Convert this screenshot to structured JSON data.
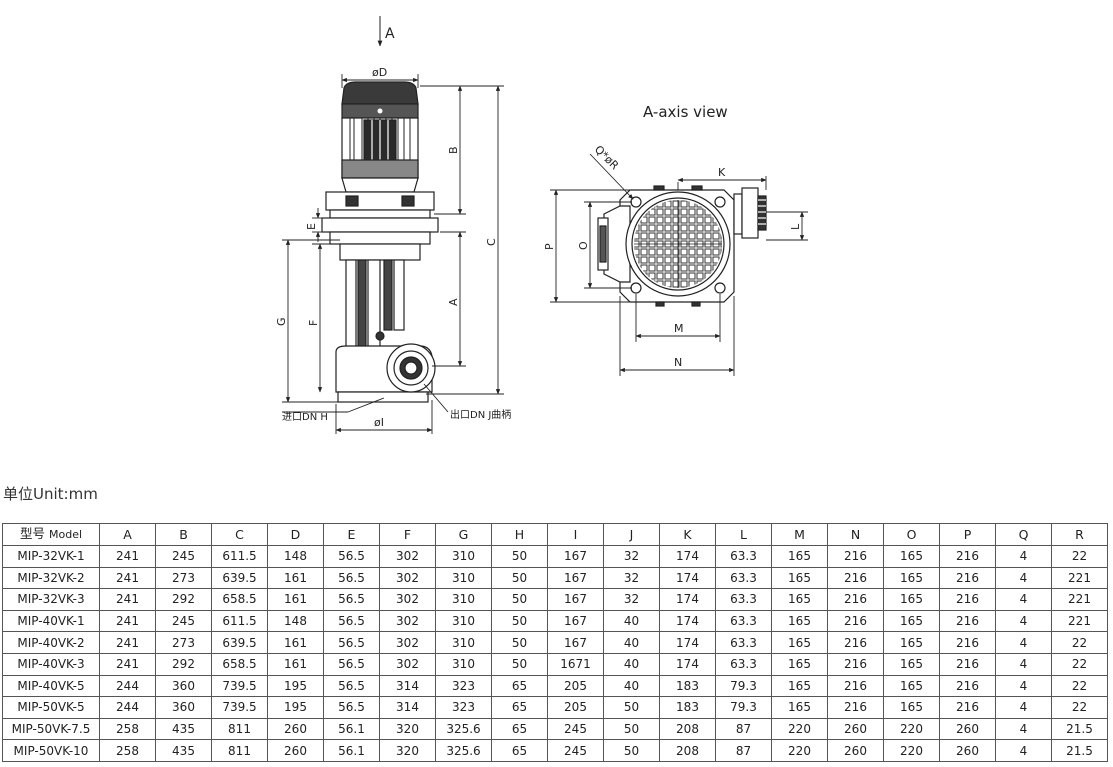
{
  "drawing": {
    "arrow_label": "A",
    "view_title": "A-axis view",
    "labels": {
      "D": "øD",
      "B": "B",
      "C": "C",
      "E": "E",
      "A": "A",
      "G": "G",
      "F": "F",
      "I": "øI",
      "H": "进口DN H",
      "J": "出口DN J曲柄",
      "QR": "Q*øR",
      "K": "K",
      "L": "L",
      "P": "P",
      "O": "O",
      "M": "M",
      "N": "N"
    }
  },
  "unit_label": "单位Unit:mm",
  "table": {
    "model_header_cn": "型号",
    "model_header_en": "Model",
    "columns": [
      "A",
      "B",
      "C",
      "D",
      "E",
      "F",
      "G",
      "H",
      "I",
      "J",
      "K",
      "L",
      "M",
      "N",
      "O",
      "P",
      "Q",
      "R"
    ],
    "rows": [
      [
        "MIP-32VK-1",
        "241",
        "245",
        "611.5",
        "148",
        "56.5",
        "302",
        "310",
        "50",
        "167",
        "32",
        "174",
        "63.3",
        "165",
        "216",
        "165",
        "216",
        "4",
        "22"
      ],
      [
        "MIP-32VK-2",
        "241",
        "273",
        "639.5",
        "161",
        "56.5",
        "302",
        "310",
        "50",
        "167",
        "32",
        "174",
        "63.3",
        "165",
        "216",
        "165",
        "216",
        "4",
        "221"
      ],
      [
        "MIP-32VK-3",
        "241",
        "292",
        "658.5",
        "161",
        "56.5",
        "302",
        "310",
        "50",
        "167",
        "32",
        "174",
        "63.3",
        "165",
        "216",
        "165",
        "216",
        "4",
        "221"
      ],
      [
        "MIP-40VK-1",
        "241",
        "245",
        "611.5",
        "148",
        "56.5",
        "302",
        "310",
        "50",
        "167",
        "40",
        "174",
        "63.3",
        "165",
        "216",
        "165",
        "216",
        "4",
        "221"
      ],
      [
        "MIP-40VK-2",
        "241",
        "273",
        "639.5",
        "161",
        "56.5",
        "302",
        "310",
        "50",
        "167",
        "40",
        "174",
        "63.3",
        "165",
        "216",
        "165",
        "216",
        "4",
        "22"
      ],
      [
        "MIP-40VK-3",
        "241",
        "292",
        "658.5",
        "161",
        "56.5",
        "302",
        "310",
        "50",
        "1671",
        "40",
        "174",
        "63.3",
        "165",
        "216",
        "165",
        "216",
        "4",
        "22"
      ],
      [
        "MIP-40VK-5",
        "244",
        "360",
        "739.5",
        "195",
        "56.5",
        "314",
        "323",
        "65",
        "205",
        "40",
        "183",
        "79.3",
        "165",
        "216",
        "165",
        "216",
        "4",
        "22"
      ],
      [
        "MIP-50VK-5",
        "244",
        "360",
        "739.5",
        "195",
        "56.5",
        "314",
        "323",
        "65",
        "205",
        "50",
        "183",
        "79.3",
        "165",
        "216",
        "165",
        "216",
        "4",
        "22"
      ],
      [
        "MIP-50VK-7.5",
        "258",
        "435",
        "811",
        "260",
        "56.1",
        "320",
        "325.6",
        "65",
        "245",
        "50",
        "208",
        "87",
        "220",
        "260",
        "220",
        "260",
        "4",
        "21.5"
      ],
      [
        "MIP-50VK-10",
        "258",
        "435",
        "811",
        "260",
        "56.1",
        "320",
        "325.6",
        "65",
        "245",
        "50",
        "208",
        "87",
        "220",
        "260",
        "220",
        "260",
        "4",
        "21.5"
      ]
    ]
  }
}
